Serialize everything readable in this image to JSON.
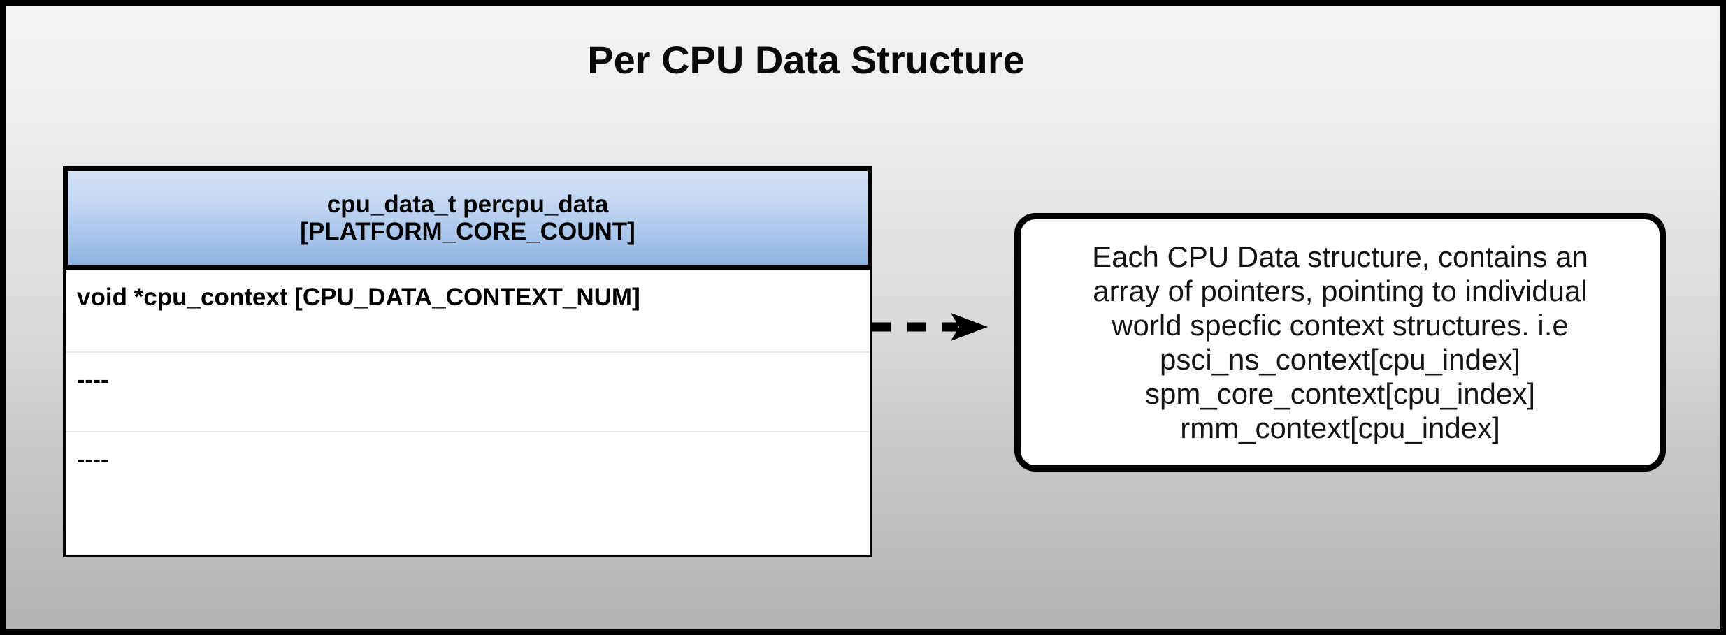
{
  "diagram": {
    "title": "Per CPU Data Structure",
    "background": {
      "frame_color": "#000000",
      "gradient_top": "#f3f3f3",
      "gradient_bottom": "#b4b4b4"
    },
    "struct": {
      "header": {
        "line1": "cpu_data_t percpu_data",
        "line2": "[PLATFORM_CORE_COUNT]",
        "gradient_top": "#d4e2f7",
        "gradient_bottom": "#8eb3e2"
      },
      "rows": [
        {
          "label": "void *cpu_context [CPU_DATA_CONTEXT_NUM]"
        },
        {
          "label": "----"
        },
        {
          "label": "----"
        }
      ]
    },
    "connector": {
      "style": "dashed-arrow",
      "direction": "right",
      "color": "#000000"
    },
    "note": {
      "lines": [
        "Each CPU Data structure, contains an",
        "array of pointers, pointing to individual",
        "world specfic context structures. i.e",
        "psci_ns_context[cpu_index]",
        "spm_core_context[cpu_index]",
        "rmm_context[cpu_index]"
      ]
    }
  }
}
